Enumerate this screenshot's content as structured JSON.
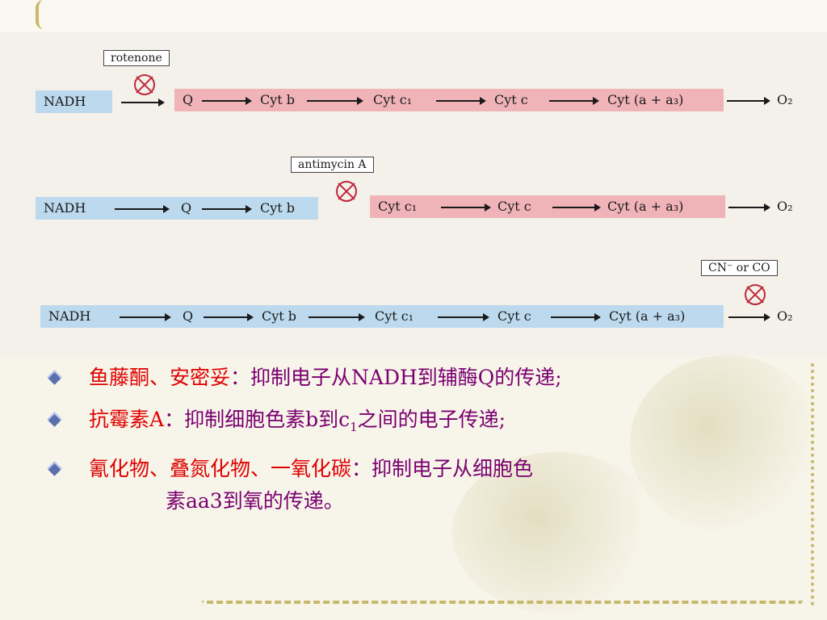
{
  "diagram": {
    "inhibitors": {
      "rotenone": "rotenone",
      "antimycin": "antimycin A",
      "cyanide": "CN⁻ or CO"
    },
    "nodes": {
      "nadh": "NADH",
      "q": "Q",
      "cyt_b": "Cyt b",
      "cyt_c1": "Cyt c₁",
      "cyt_c": "Cyt c",
      "cyt_aa3": "Cyt (a + a₃)",
      "o2": "O₂"
    },
    "colors": {
      "normal_band": "#bcd9ee",
      "blocked_band": "#efb3b8",
      "block_icon": "#c0283a"
    }
  },
  "notes": {
    "note1": {
      "agent": "鱼藤酮、安密妥",
      "colon": "：",
      "text": "抑制电子从NADH到辅酶Q的传递;"
    },
    "note2": {
      "agent": "抗霉素A",
      "colon": "：",
      "text_a": "抑制细胞色素b到c",
      "sub": "1",
      "text_b": "之间的电子传递;"
    },
    "note3": {
      "agent": "氰化物、叠氮化物、一氧化碳",
      "colon": "：",
      "text_a": "抑制电子从细胞色",
      "text_b": "素aa3到氧的传递。"
    },
    "colors": {
      "agent": "#e00000",
      "text": "#7a0070",
      "bullet": "#5a6fae"
    }
  }
}
